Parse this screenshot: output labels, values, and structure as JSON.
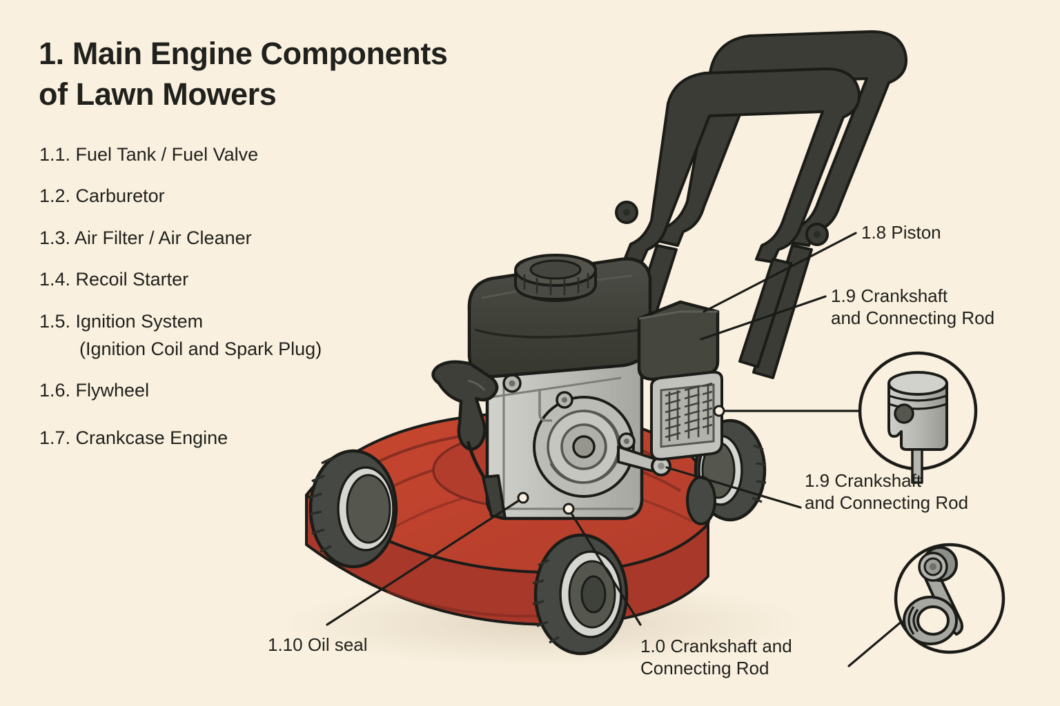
{
  "colors": {
    "background": "#faf0df",
    "ink": "#20211c",
    "deck_red": "#c0422f",
    "deck_red_dark": "#a8382a",
    "engine_dark": "#3e4039",
    "engine_light": "#c9c9c4",
    "engine_mid": "#a8a8a3",
    "tire_dark": "#464843",
    "hub_light": "#d6d6d1"
  },
  "title": {
    "line1": "1. Main Engine Components",
    "line2": "of Lawn Mowers"
  },
  "component_list": [
    {
      "label": "1.1. Fuel Tank / Fuel Valve",
      "sub": ""
    },
    {
      "label": "1.2. Carburetor",
      "sub": ""
    },
    {
      "label": "1.3. Air Filter / Air Cleaner",
      "sub": ""
    },
    {
      "label": "1.4. Recoil Starter",
      "sub": ""
    },
    {
      "label": "1.5. Ignition System",
      "sub": "(Ignition Coil and Spark Plug)"
    },
    {
      "label": "1.6. Flywheel",
      "sub": ""
    },
    {
      "label": "1.7. Crankcase Engine",
      "sub": ""
    }
  ],
  "callouts": {
    "piston": "1.8 Piston",
    "crankshaft_top": "1.9 Crankshaft\nand Connecting Rod",
    "crankshaft_middle": "1.9 Crankshaft\nand Connecting Rod",
    "oil_seal": "1.10 Oil seal",
    "crankshaft_bottom": "1.0 Crankshaft and\nConnecting Rod"
  },
  "illustration": {
    "subject": "walk-behind gas lawn mower",
    "parts": [
      "handlebar-frame",
      "fuel-tank",
      "fuel-cap",
      "air-filter-box",
      "crankcase",
      "recoil-starter-housing",
      "recoil-starter-handle",
      "crankshaft-output-shaft",
      "mower-deck",
      "front-wheel-left",
      "front-wheel-right",
      "rear-wheel-left",
      "rear-wheel-right"
    ],
    "insets": [
      {
        "name": "piston-inset",
        "depicts": "piston with rings, wrist pin and rod stub"
      },
      {
        "name": "connecting-rod-inset",
        "depicts": "connecting rod with small and big end eyes"
      }
    ]
  }
}
